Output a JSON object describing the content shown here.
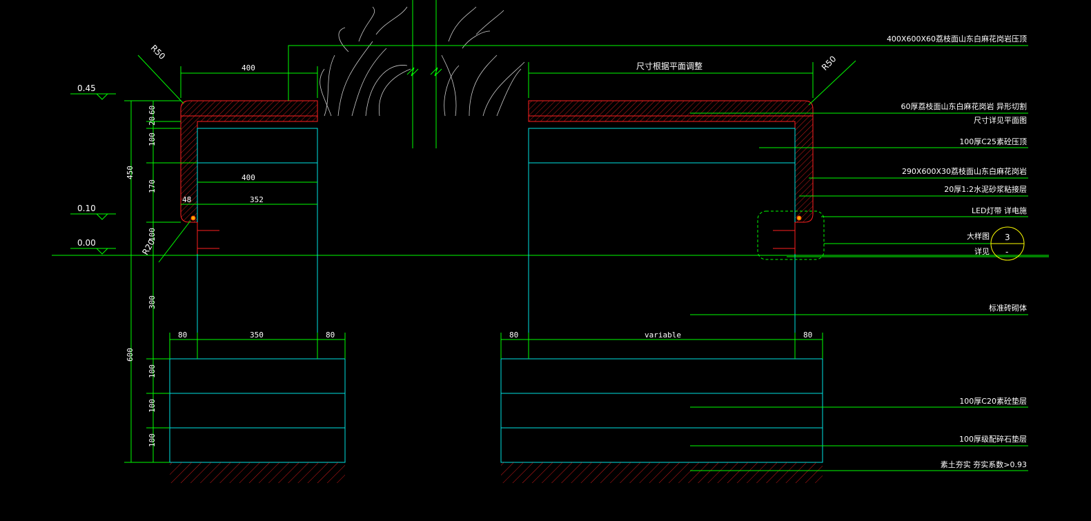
{
  "dimensions": {
    "top_left_width": "400",
    "top_right_width": "尺寸根据平面调整",
    "r_left": "R50",
    "r_right": "R50",
    "r_bottom": "R20",
    "inner_400": "400",
    "inner_352": "352",
    "inner_48": "48",
    "base_left_80a": "80",
    "base_left_350": "350",
    "base_left_80b": "80",
    "base_right_80a": "80",
    "base_right_variable": "variable",
    "base_right_80b": "80",
    "v_60": "60",
    "v_20": "20",
    "v_100_top": "100",
    "v_170": "170",
    "v_450": "450",
    "v_300": "300",
    "v_600": "600",
    "v_100_a": "100",
    "v_100_b": "100",
    "v_100_c": "100",
    "v_100_left": "100"
  },
  "levels": [
    "0.45",
    "0.10",
    "0.00"
  ],
  "annotations": [
    "400X600X60荔枝面山东白麻花岗岩压顶",
    "60厚荔枝面山东白麻花岗岩  异形切割",
    "尺寸详见平面图",
    "100厚C25素砼压顶",
    "290X600X30荔枝面山东白麻花岗岩",
    "20厚1:2水泥砂浆粘接层",
    "LED灯带  详电施",
    "标准砖砌体",
    "100厚C20素砼垫层",
    "100厚级配碎石垫层",
    "素土夯实  夯实系数>0.93"
  ],
  "detail_callout": {
    "label_top": "大样图",
    "label_bottom": "详见",
    "number": "3",
    "sheet": "-"
  },
  "colors": {
    "background": "#000000",
    "dimension": "#00ff00",
    "outline": "#00e5e5",
    "hatch": "#ff2020",
    "text": "#ffffff",
    "callout": "#ffff00"
  }
}
